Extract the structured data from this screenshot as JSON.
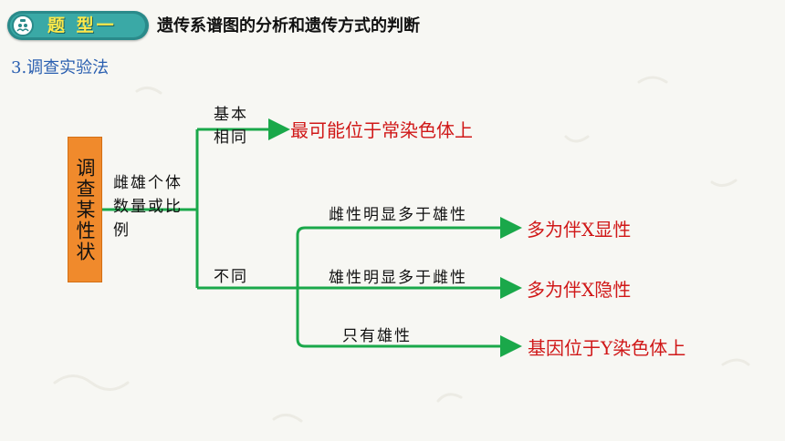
{
  "header": {
    "tag": "题 型一",
    "title": "遗传系谱图的分析和遗传方式的判断"
  },
  "section_title": "3.调查实验法",
  "diagram": {
    "root": "调查某性状",
    "criterion": "雌雄个体数量或比例",
    "branch_same": {
      "label": "基本相同",
      "result": "最可能位于常染色体上"
    },
    "branch_diff": {
      "label": "不同",
      "cases": [
        {
          "condition": "雌性明显多于雄性",
          "result": "多为伴X显性"
        },
        {
          "condition": "雄性明显多于雌性",
          "result": "多为伴X隐性"
        },
        {
          "condition": "只有雄性",
          "result": "基因位于Y染色体上"
        }
      ]
    }
  },
  "colors": {
    "header_teal": "#3aa9a6",
    "header_tag_text": "#ffe94a",
    "section_title": "#2a5fb0",
    "root_box": "#f08a2c",
    "line": "#1aa84a",
    "result_text": "#d01818"
  },
  "icons": {
    "header": "people-chat-icon"
  }
}
